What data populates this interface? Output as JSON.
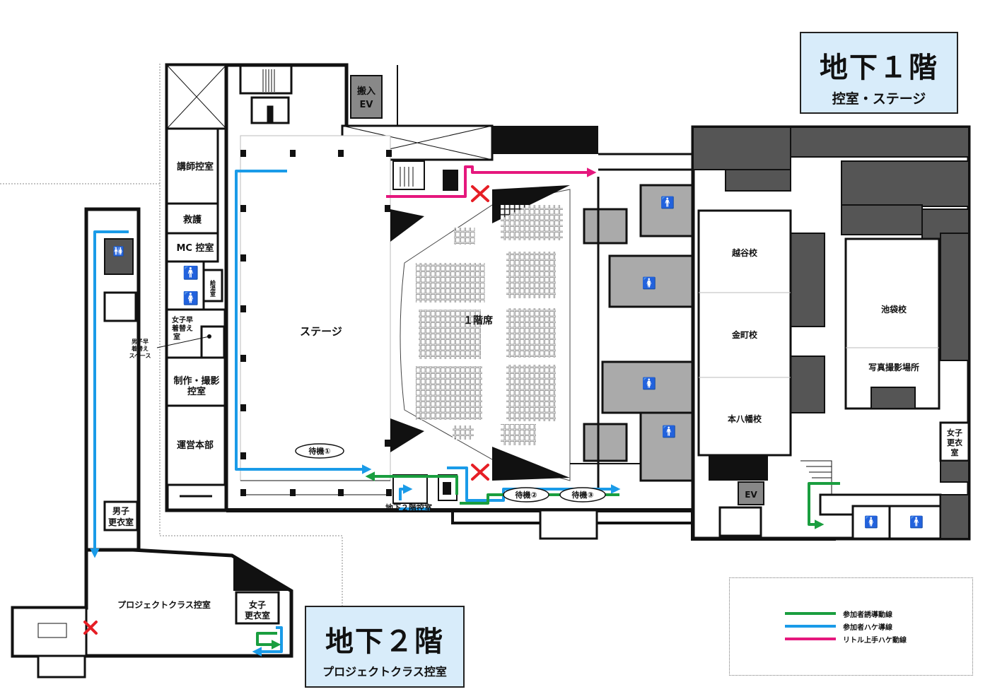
{
  "titles": {
    "b1": {
      "main": "地下１階",
      "sub": "控室・ステージ"
    },
    "b2": {
      "main": "地下２階",
      "sub": "プロジェクトクラス控室"
    }
  },
  "rooms": {
    "lecturer": "講師控室",
    "rescue": "救護",
    "mc": "MC 控室",
    "kitchenette": "給湯室",
    "girls_quick_change_1": "女子早",
    "girls_quick_change_2": "着替え",
    "girls_quick_change_3": "室",
    "boys_quick_change_1": "男子早",
    "boys_quick_change_2": "着替え",
    "boys_quick_change_3": "スペース",
    "production_1": "制作・撮影",
    "production_2": "控室",
    "hq": "運営本部",
    "stage": "ステージ",
    "seats": "１階席",
    "carry_ev_1": "搬入",
    "carry_ev_2": "EV",
    "koshigaya": "越谷校",
    "kinmachi": "金町校",
    "motoyawata": "本八幡校",
    "ikebukuro": "池袋校",
    "photo": "写真撮影場所",
    "girls_locker_b1_1": "女子",
    "girls_locker_b1_2": "更衣",
    "girls_locker_b1_3": "室",
    "ev": "EV",
    "b2_waiting": "地下２階控室",
    "boys_locker_1": "男子",
    "boys_locker_2": "更衣室",
    "project_class": "プロジェクトクラス控室",
    "girls_locker_b2_1": "女子",
    "girls_locker_b2_2": "更衣室"
  },
  "waiting": {
    "w1": "待機①",
    "w2": "待機②",
    "w3": "待機③"
  },
  "legend": [
    {
      "label": "参加者誘導動線",
      "color": "#1a9e3f"
    },
    {
      "label": "参加者ハケ導線",
      "color": "#1a9be8"
    },
    {
      "label": "リトル上手ハケ動線",
      "color": "#e5177d"
    }
  ],
  "colors": {
    "guide": "#1a9e3f",
    "exit": "#1a9be8",
    "little_exit": "#e5177d",
    "blocked": "#e61e25",
    "title_bg": "#d8ecfa"
  }
}
